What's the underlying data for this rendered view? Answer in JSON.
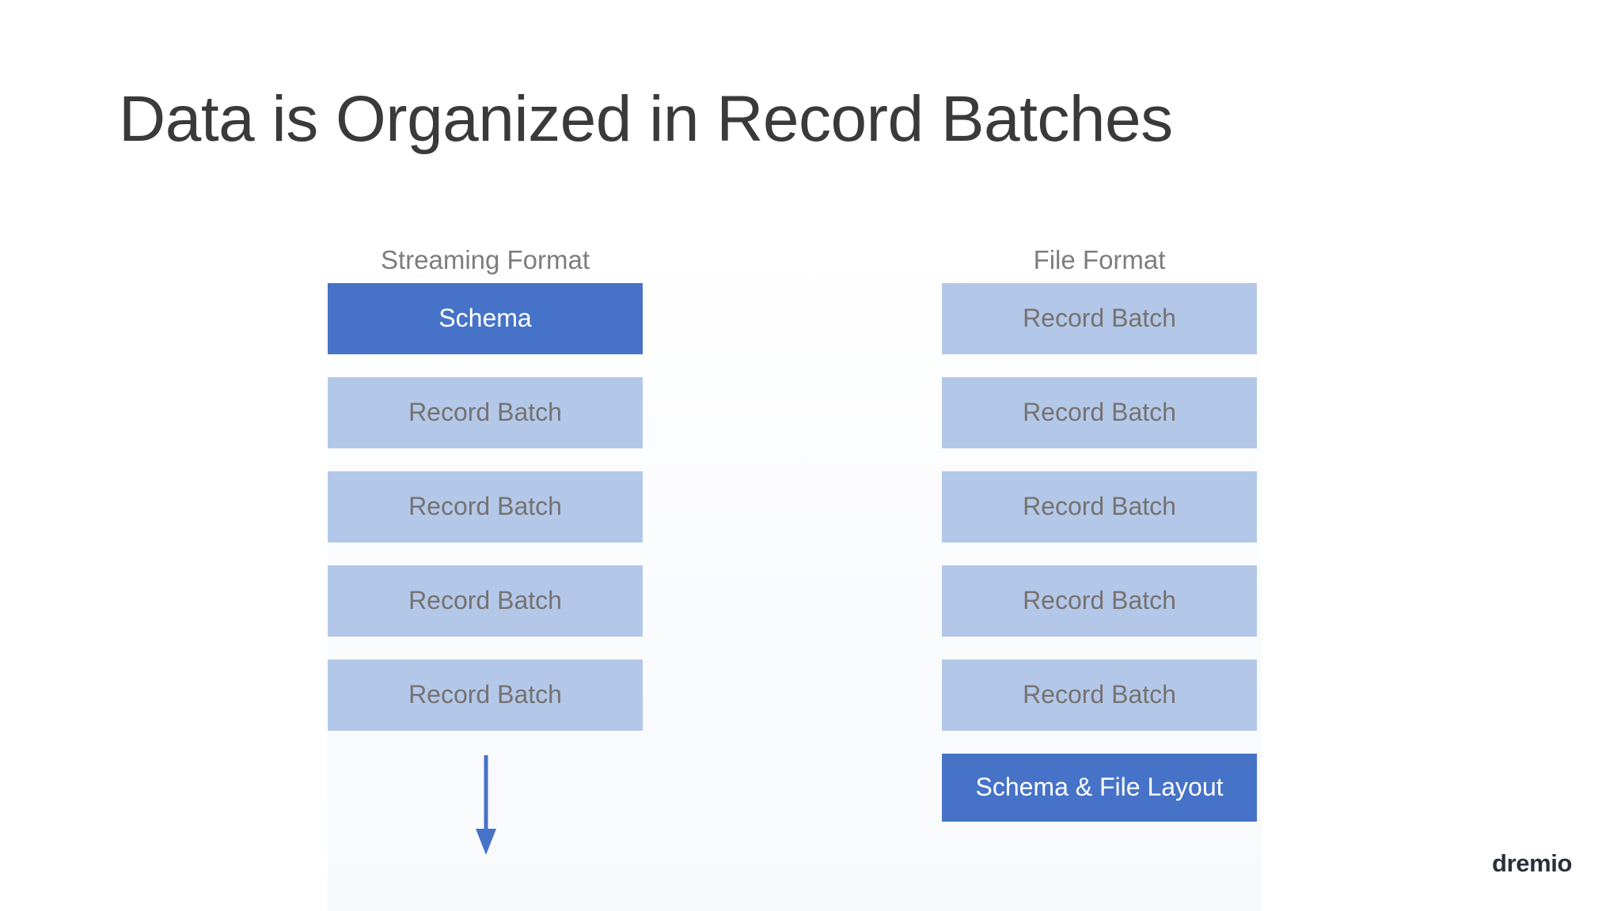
{
  "slide": {
    "title": "Data is Organized in Record Batches",
    "background_color": "#ffffff",
    "title_color": "#3a3a3a"
  },
  "colors": {
    "accent_blue": "#4673c8",
    "light_blue": "#b3c8e8",
    "block_text_gray": "#767171",
    "header_gray": "#7d7d7d",
    "logo_navy": "#2b303b"
  },
  "columns": [
    {
      "id": "streaming",
      "header": "Streaming Format",
      "blocks": [
        {
          "label": "Schema",
          "style": "accent"
        },
        {
          "label": "Record Batch",
          "style": "light"
        },
        {
          "label": "Record Batch",
          "style": "light"
        },
        {
          "label": "Record Batch",
          "style": "light"
        },
        {
          "label": "Record Batch",
          "style": "light"
        }
      ],
      "has_flow_arrow": true
    },
    {
      "id": "file",
      "header": "File Format",
      "blocks": [
        {
          "label": "Record Batch",
          "style": "light"
        },
        {
          "label": "Record Batch",
          "style": "light"
        },
        {
          "label": "Record Batch",
          "style": "light"
        },
        {
          "label": "Record Batch",
          "style": "light"
        },
        {
          "label": "Record Batch",
          "style": "light"
        },
        {
          "label": "Schema & File Layout",
          "style": "accent"
        }
      ],
      "has_flow_arrow": false
    }
  ],
  "flow_arrow": {
    "direction": "down",
    "color": "#4673c8"
  },
  "logo": {
    "text": "dremio"
  }
}
